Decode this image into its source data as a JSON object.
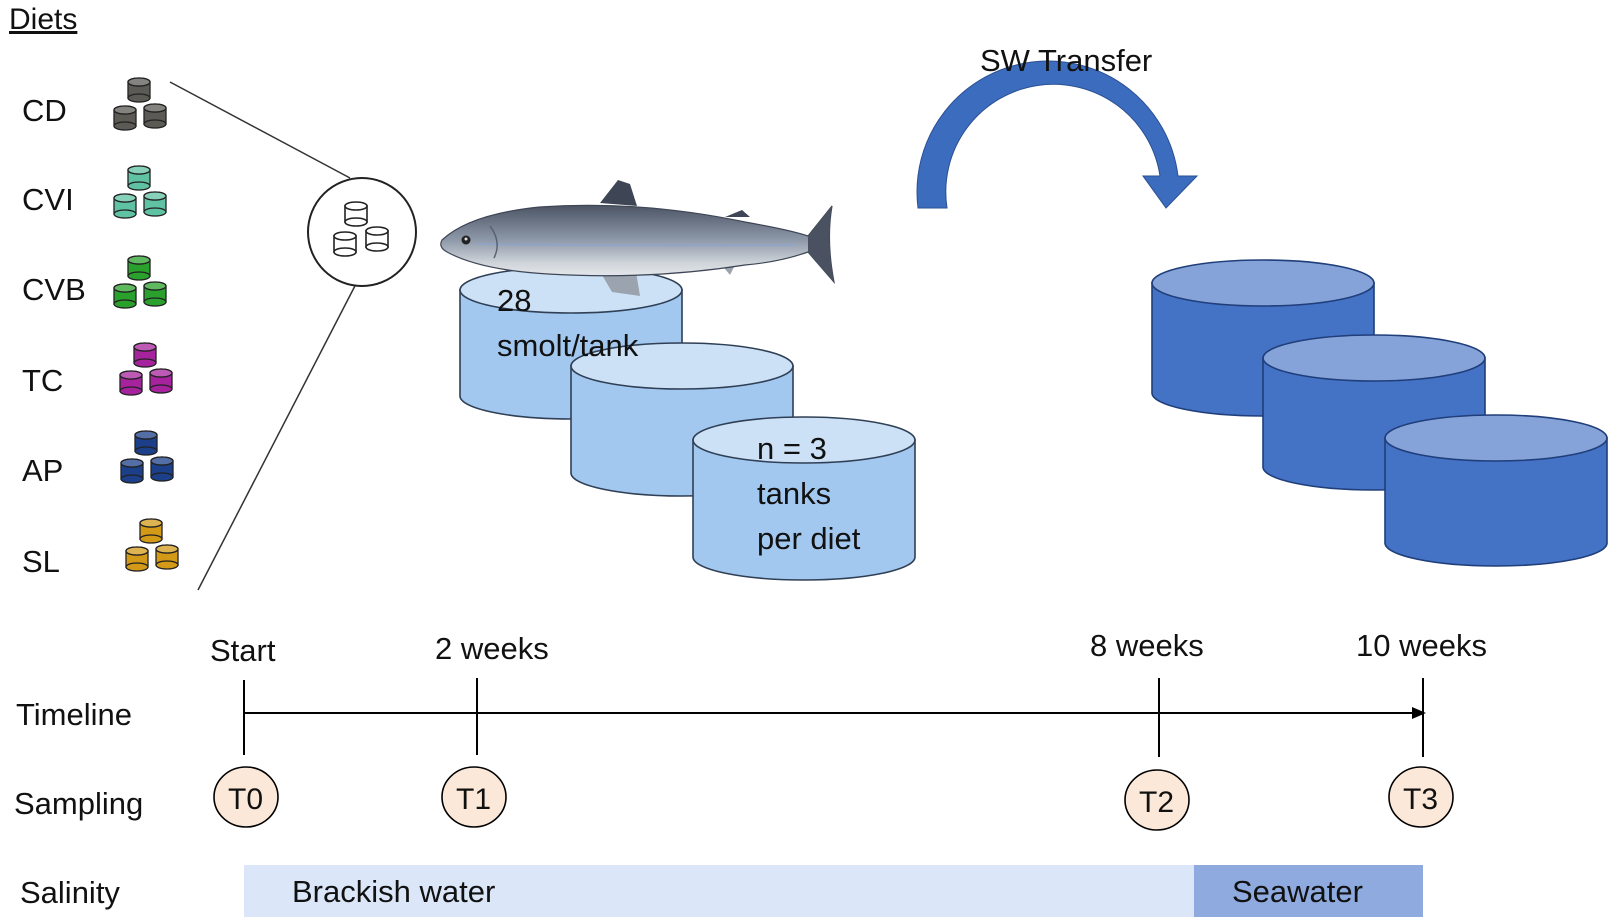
{
  "diets": {
    "heading": "Diets",
    "items": [
      {
        "label": "CD",
        "color": "#5c5a55"
      },
      {
        "label": "CVI",
        "color": "#5fc2a3"
      },
      {
        "label": "CVB",
        "color": "#2aa12c"
      },
      {
        "label": "TC",
        "color": "#a7239e"
      },
      {
        "label": "AP",
        "color": "#1b3f88"
      },
      {
        "label": "SL",
        "color": "#d39a17"
      }
    ]
  },
  "transfer": {
    "label": "SW Transfer",
    "color": "#3c6cbe"
  },
  "tanks": {
    "fish_label_line1": "28",
    "fish_label_line2": "smolt/tank",
    "n_line1": "n = 3",
    "n_line2": "tanks",
    "n_line3": "per diet",
    "brackish_color": "#a3c8ef",
    "sea_color": "#4472c4"
  },
  "timeline": {
    "label": "Timeline",
    "points": [
      {
        "label": "Start",
        "sample": "T0"
      },
      {
        "label": "2 weeks",
        "sample": "T1"
      },
      {
        "label": "8 weeks",
        "sample": "T2"
      },
      {
        "label": "10 weeks",
        "sample": "T3"
      }
    ]
  },
  "sampling": {
    "label": "Sampling",
    "circle_color": "#fce8d8"
  },
  "salinity": {
    "label": "Salinity",
    "segments": [
      {
        "label": "Brackish water",
        "color": "#dbe6f9"
      },
      {
        "label": "Seawater",
        "color": "#8eaadf"
      }
    ]
  },
  "icons": {
    "pellet_group": "pellets-icon",
    "fish": "salmon-icon",
    "arrow": "curved-arrow-icon"
  }
}
